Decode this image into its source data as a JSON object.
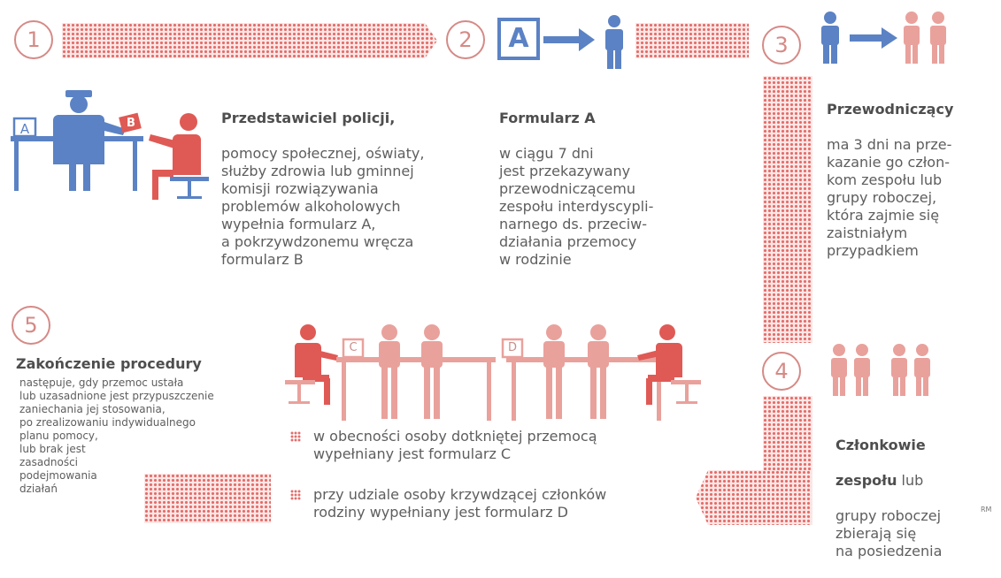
{
  "steps": {
    "s1": {
      "number": "1",
      "title": "Przedstawiciel policji,",
      "body": "pomocy społecznej, oświaty,\nsłużby zdrowia lub gminnej\nkomisji rozwiązywania\nproblemów alkoholowych\nwypełnia formularz A,\na pokrzywdzonemu wręcza\nformularz B",
      "form_a": "A",
      "form_b": "B"
    },
    "s2": {
      "number": "2",
      "title": "Formularz A",
      "body": "w ciągu 7 dni\njest przekazywany\nprzewodniczącemu\nzespołu interdyscypli-\nnarnego ds. przeciw-\ndziałania przemocy\nw rodzinie",
      "form_label": "A"
    },
    "s3": {
      "number": "3",
      "title": "Przewodniczący",
      "body": "ma 3 dni na prze-\nkazanie go człon-\nkom zespołu lub\ngrupy roboczej,\nktóra zajmie się\nzaistniałym\nprzypadkiem"
    },
    "s4": {
      "number": "4",
      "title_line1": "Członkowie",
      "title_line2": "zespołu",
      "title_rest": " lub",
      "body": "grupy roboczej\nzbierają się\nna posiedzenia"
    },
    "s5": {
      "number": "5",
      "title": "Zakończenie procedury",
      "body": "następuje, gdy przemoc ustała\nlub uzasadnione jest przypuszczenie\nzaniechania jej stosowania,\npo zrealizowaniu indywidualnego\nplanu pomocy,\nlub brak jest\nzasadności\npodejmowania\ndziałań"
    }
  },
  "forms": {
    "c_label": "C",
    "d_label": "D",
    "c_text": "w obecności osoby dotkniętej przemocą\nwypełniany jest formularz C",
    "d_text": "przy udziale osoby krzywdzącej członków\nrodziny wypełniany jest formularz D"
  },
  "credit": "RM",
  "colors": {
    "blue": "#5b82c4",
    "red": "#df5a55",
    "pink": "#e9a19c",
    "dots": "#e46d6a"
  }
}
